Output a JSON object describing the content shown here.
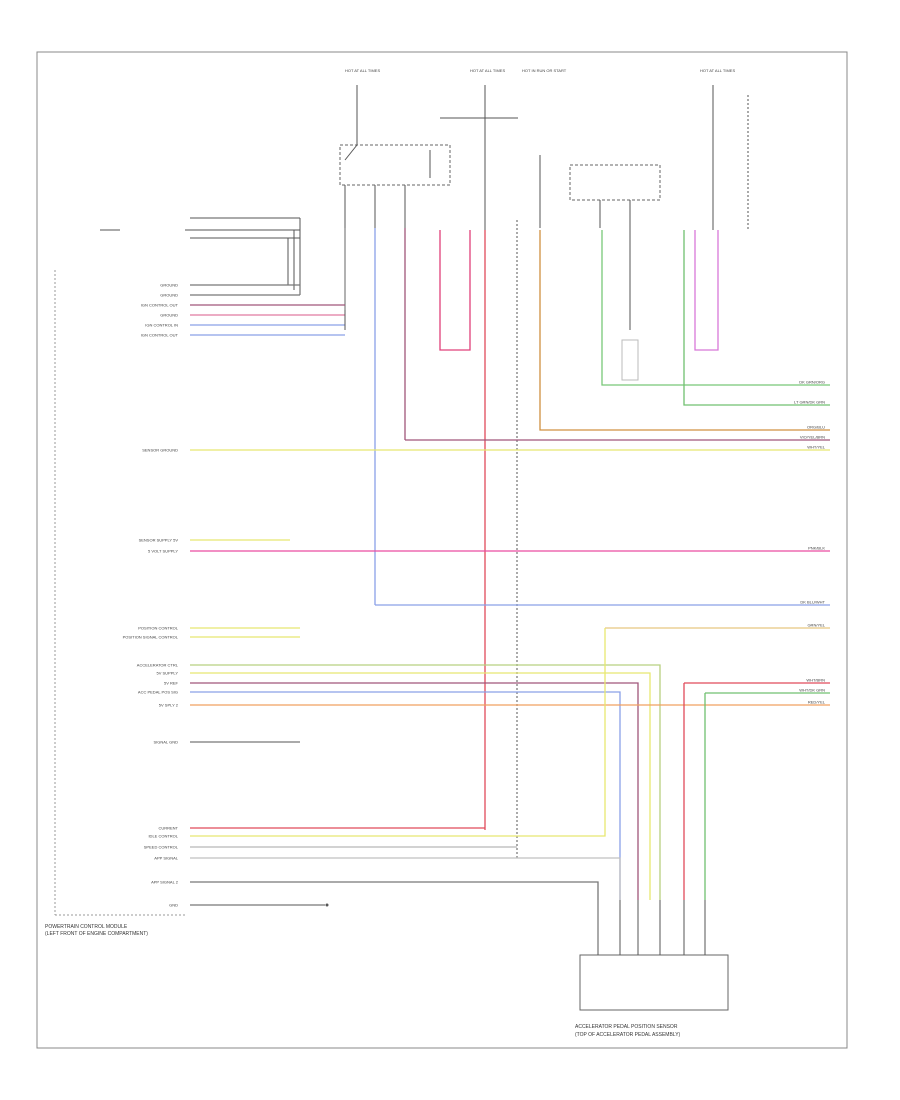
{
  "diagram": {
    "page_label": "",
    "module_label_l1": "POWERTRAIN CONTROL MODULE",
    "module_label_l2": "(LEFT FRONT OF ENGINE COMPARTMENT)",
    "sensor_label_l1": "ACCELERATOR PEDAL POSITION SENSOR",
    "sensor_label_l2": "(TOP OF ACCELERATOR PEDAL ASSEMBLY)",
    "fuse_labels": [
      "HOT AT ALL TIMES",
      "HOT AT ALL TIMES",
      "HOT IN RUN OR START",
      "HOT AT ALL TIMES"
    ],
    "note_label": "",
    "left_pin_labels": [
      "GROUND",
      "GROUND",
      "IGN CONTROL OUT",
      "GROUND",
      "IGN CONTROL IN",
      "IGN CONTROL OUT",
      "SENSOR GROUND",
      "SENSOR SUPPLY 5V",
      "5 VOLT SUPPLY",
      "POSITION CONTROL",
      "POSITION SIGNAL CONTROL",
      "ACCELERATOR CTRL",
      "5V SUPPLY",
      "5V REF",
      "ACC PEDAL POS SIG",
      "5V SPLY 2",
      "SIGNAL GND",
      "CURRENT",
      "IDLE CONTROL",
      "SPEED CONTROL",
      "APP SIGNAL",
      "APP SIGNAL 2",
      "GND"
    ],
    "right_wire_labels": [
      "DK GRN/ORG",
      "LT GRN/DK GRN",
      "ORG/BLU",
      "VIO/YEL/BRN",
      "WHT/YEL",
      "PNK/BLK",
      "DK BLU/WHT",
      "GRN/YEL",
      "WHT/BRN",
      "WHT/DK GRN",
      "RED/YEL"
    ]
  }
}
